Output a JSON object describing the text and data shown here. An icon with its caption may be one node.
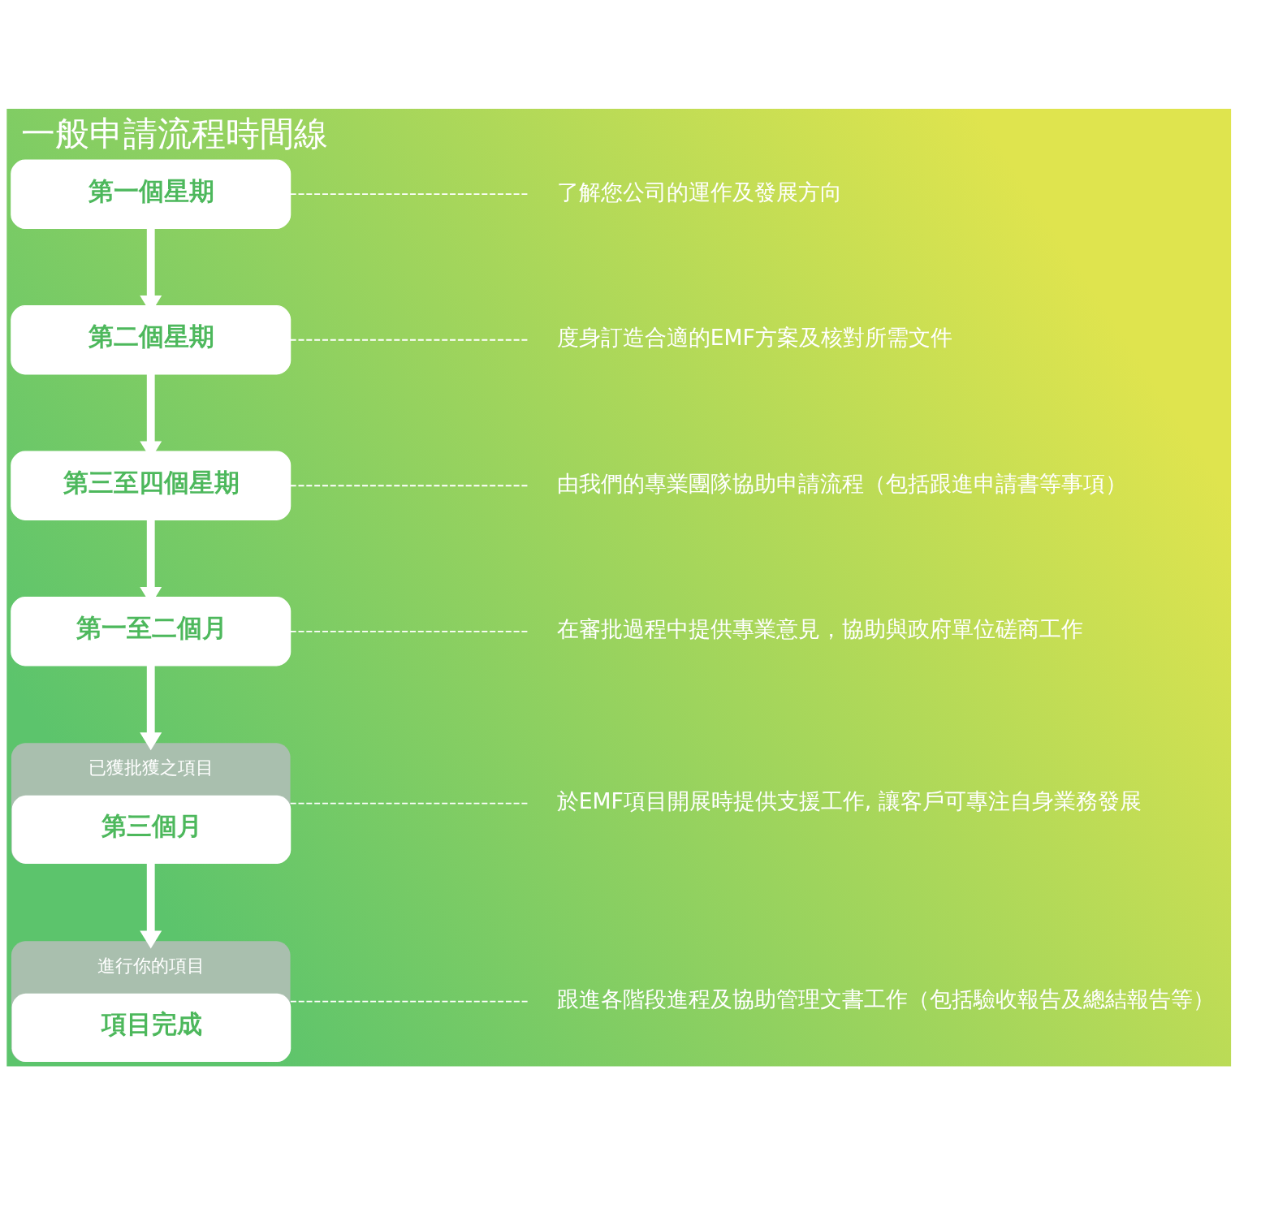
{
  "diagram": {
    "title": "一般申請流程時間線",
    "nodes": [
      {
        "text": [
          "第一個星期"
        ]
      },
      {
        "text": [
          "了解您公司的運作及發展方向"
        ]
      },
      {
        "text": [
          "第二個星期"
        ]
      },
      {
        "text": [
          "度身訂造合適的EMF方案及核對所需文件"
        ]
      },
      {
        "text": [
          "第三至四個星期"
        ]
      },
      {
        "text": [
          "由我們的專業團隊協助申請流程（包括跟進申請書等事項）"
        ]
      },
      {
        "text": [
          "第一至二個月"
        ]
      },
      {
        "text": [
          "在審批過程中提供專業意見，協助與政府單位磋商工作"
        ]
      },
      {
        "text": [
          "已獲批獲之項目",
          "第三個月"
        ]
      },
      {
        "text": [
          "於EMF項目開展時提供支援工作, 讓客戶可專注自身業務發展"
        ]
      },
      {
        "text": [
          "進行你的項目",
          "項目完成"
        ]
      },
      {
        "text": [
          "跟進各階段進程及協助管理文書工作（包括驗收報告及總結報告等）"
        ]
      }
    ],
    "edges": [
      {
        "from": 0,
        "to": 1,
        "arrow": "none",
        "style": "dashed"
      },
      {
        "from": 0,
        "to": 2,
        "arrow": "to",
        "style": "thick"
      },
      {
        "from": 2,
        "to": 3,
        "arrow": "none",
        "style": "dashed"
      },
      {
        "from": 2,
        "to": 4,
        "arrow": "to",
        "style": "thick"
      },
      {
        "from": 4,
        "to": 5,
        "arrow": "none",
        "style": "dashed"
      },
      {
        "from": 4,
        "to": 6,
        "arrow": "to",
        "style": "thick"
      },
      {
        "from": 6,
        "to": 7,
        "arrow": "none",
        "style": "dashed"
      },
      {
        "from": 6,
        "to": 8,
        "arrow": "to",
        "style": "thick"
      },
      {
        "from": 8,
        "to": 9,
        "arrow": "none",
        "style": "dashed"
      },
      {
        "from": 8,
        "to": 10,
        "arrow": "to",
        "style": "thick"
      },
      {
        "from": 10,
        "to": 11,
        "arrow": "none",
        "style": "dashed"
      }
    ]
  }
}
